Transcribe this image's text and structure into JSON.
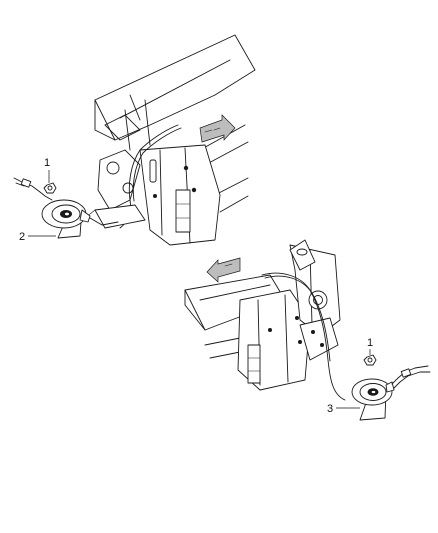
{
  "callouts": [
    {
      "id": "1",
      "label": "1"
    },
    {
      "id": "2",
      "label": "2"
    },
    {
      "id": "1b",
      "label": "1"
    },
    {
      "id": "3",
      "label": "3"
    }
  ]
}
